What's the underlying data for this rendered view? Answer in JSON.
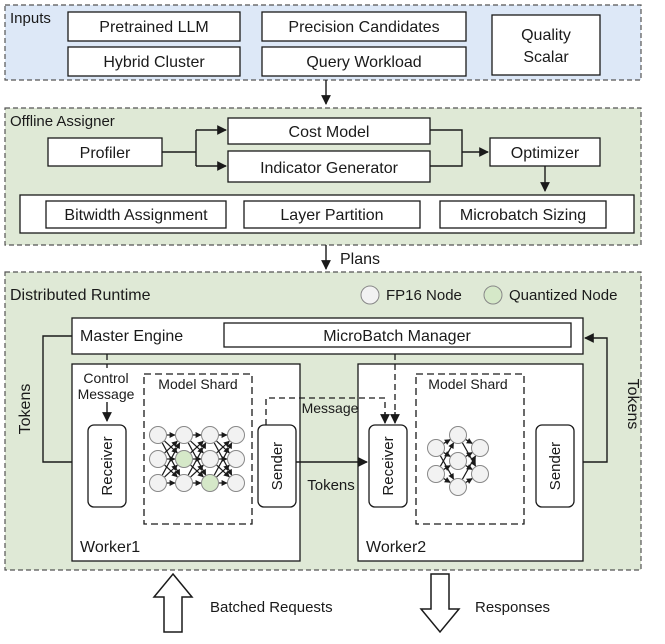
{
  "colors": {
    "inputs_panel": "#dde8f7",
    "offline_panel": "#dfe9d6",
    "runtime_panel": "#dfe9d6",
    "fp16_node": "#f2f2f2",
    "quantized_node": "#d5e8c8"
  },
  "inputs": {
    "title": "Inputs",
    "pretrained_llm": "Pretrained LLM",
    "hybrid_cluster": "Hybrid Cluster",
    "precision_candidates": "Precision Candidates",
    "query_workload": "Query Workload",
    "quality_scalar_line1": "Quality",
    "quality_scalar_line2": "Scalar"
  },
  "offline": {
    "title": "Offline Assigner",
    "profiler": "Profiler",
    "cost_model": "Cost Model",
    "indicator_generator": "Indicator Generator",
    "optimizer": "Optimizer",
    "bitwidth_assignment": "Bitwidth Assignment",
    "layer_partition": "Layer Partition",
    "microbatch_sizing": "Microbatch Sizing"
  },
  "plans_label": "Plans",
  "runtime": {
    "title": "Distributed Runtime",
    "legend_fp16": "FP16 Node",
    "legend_quantized": "Quantized Node",
    "master_engine": "Master Engine",
    "microbatch_manager": "MicroBatch Manager",
    "control_message_line1": "Control",
    "control_message_line2": "Message",
    "message": "Message",
    "tokens_left": "Tokens",
    "tokens_right": "Tokens",
    "tokens_mid": "Tokens",
    "worker1": {
      "label": "Worker1",
      "model_shard": "Model Shard",
      "receiver": "Receiver",
      "sender": "Sender",
      "columns": [
        [
          "fp16",
          "fp16",
          "fp16"
        ],
        [
          "fp16",
          "quantized",
          "fp16"
        ],
        [
          "fp16",
          "fp16",
          "quantized"
        ],
        [
          "fp16",
          "fp16",
          "fp16"
        ]
      ]
    },
    "worker2": {
      "label": "Worker2",
      "model_shard": "Model Shard",
      "receiver": "Receiver",
      "sender": "Sender",
      "columns": [
        [
          "fp16",
          "fp16"
        ],
        [
          "fp16",
          "fp16",
          "fp16"
        ],
        [
          "fp16",
          "fp16"
        ]
      ]
    }
  },
  "batched_requests": "Batched Requests",
  "responses": "Responses"
}
